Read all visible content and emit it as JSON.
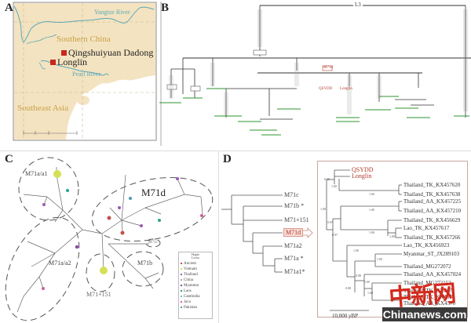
{
  "panels": {
    "A": {
      "label": "A",
      "region_label_china": "Southern China",
      "region_label_sea": "Southeast Asia",
      "river_yangtze": "Yangtze River",
      "river_pearl": "Pearl River",
      "sites": [
        {
          "name": "Qingshuiyuan Dadong"
        },
        {
          "name": "Longlin"
        }
      ],
      "colors": {
        "land": "#f3e3c0",
        "river": "#5aa8b8",
        "site": "#c8281e",
        "region_text": "#c9a24a"
      }
    },
    "B": {
      "label": "B",
      "root_label": "L3",
      "highlight_node": "M71d",
      "highlight_samples": [
        "QSYDD",
        "Longlin"
      ],
      "colors": {
        "highlight": "#b33a2a",
        "sample": "#3a9a3a",
        "line": "#333333"
      }
    },
    "C": {
      "label": "C",
      "clusters": [
        "M71a/a1",
        "M71d",
        "M71a/a2",
        "M71+151",
        "M71b",
        "M71c"
      ],
      "legend": {
        "title": "Haplo\nLocus",
        "items": [
          {
            "label": "Ancient",
            "color": "#c0504d"
          },
          {
            "label": "Vietnam",
            "color": "#d4e157"
          },
          {
            "label": "Thailand",
            "color": "#9b59b6"
          },
          {
            "label": "China",
            "color": "#aaaaaa"
          },
          {
            "label": "Myanmar",
            "color": "#8e44ad"
          },
          {
            "label": "Laos",
            "color": "#2ca089"
          },
          {
            "label": "Cambodia",
            "color": "#7fb8d8"
          },
          {
            "label": "Java",
            "color": "#d35aa0"
          },
          {
            "label": "Pakistan",
            "color": "#4a9ab0"
          }
        ]
      }
    },
    "D": {
      "label": "D",
      "left_tree": [
        "M71c",
        "M71b *",
        "M71+151",
        "M71d",
        "M71a2",
        "M71a *",
        "M71a1*"
      ],
      "highlight": "M71d",
      "right_tree": {
        "top": [
          "QSYDD",
          "Longlin"
        ],
        "tips": [
          "Thailand_TK_KX457620",
          "Thailand_TK_KX457638",
          "Thailand_AA_KX457225",
          "Thailand_AA_KX457210",
          "Thailand_TK_KX456629",
          "Lao_TK_KX457617",
          "Thailand_TK_KX457266",
          "Lao_TK_KX456923",
          "Myanmar_ST_JX289103",
          "Thailand_MG272072",
          "Thailand_AA_KX457024",
          "Thailand_MG272152",
          "Thailand_TK_KX457",
          "Thailand_TK_KX457",
          "Thailand_AA_KX4570"
        ],
        "supports": [
          "0.58",
          "1.00",
          "1.00",
          "1.00",
          "1.00",
          "1.00",
          "0.97",
          "1.00",
          "0.97",
          "1.00",
          "1.00",
          "0.88",
          "1.00",
          "0.88",
          "1.00"
        ],
        "scale": "10,000 yBP"
      }
    }
  },
  "watermark": {
    "cn": "中新网",
    "en": "Chinanews.com"
  }
}
